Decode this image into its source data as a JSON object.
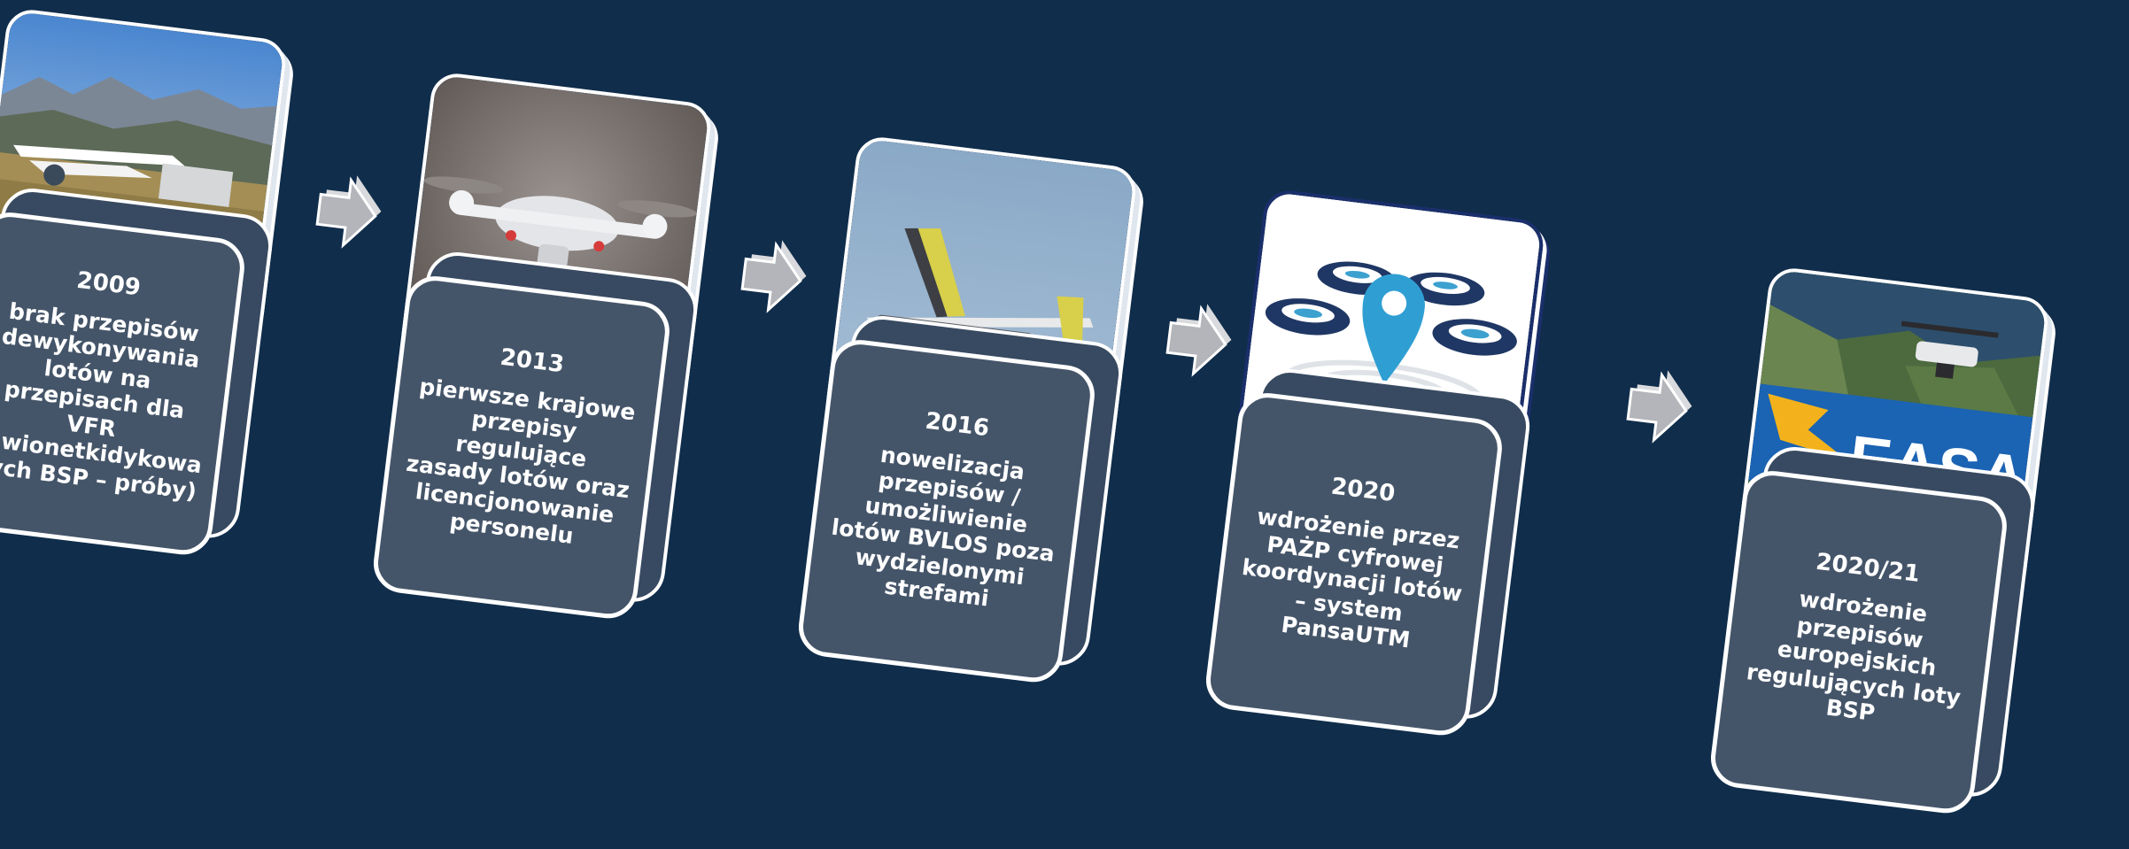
{
  "colors": {
    "background": "#102d4b",
    "card_fill": "#455569",
    "card_border": "#ffffff",
    "arrow_fill": "#b3b5ba"
  },
  "steps": [
    {
      "year": "2009",
      "description": "brak przepisów dewykonywania lotów na przepisach dla VFR (awionetkidykowa nych BSP – próby)",
      "icon": "ultralight-aircraft-photo"
    },
    {
      "year": "2013",
      "description": "pierwsze krajowe przepisy regulujące zasady lotów oraz licencjonowanie personelu",
      "icon": "quadcopter-drone-photo"
    },
    {
      "year": "2016",
      "description": "nowelizacja przepisów / umożliwienie lotów BVLOS  poza wydzielonymi strefami",
      "icon": "fixed-wing-uav-photo"
    },
    {
      "year": "2020",
      "description": "wdrożenie przez PAŻP cyfrowej koordynacji lotów – system PansaUTM",
      "icon": "drones-location-pin-graphic"
    },
    {
      "year": "2020/21",
      "description": "wdrożenie przepisów europejskich regulujących loty BSP",
      "icon": "easa-logo-drone-photo",
      "logo_text": "EASA"
    }
  ]
}
